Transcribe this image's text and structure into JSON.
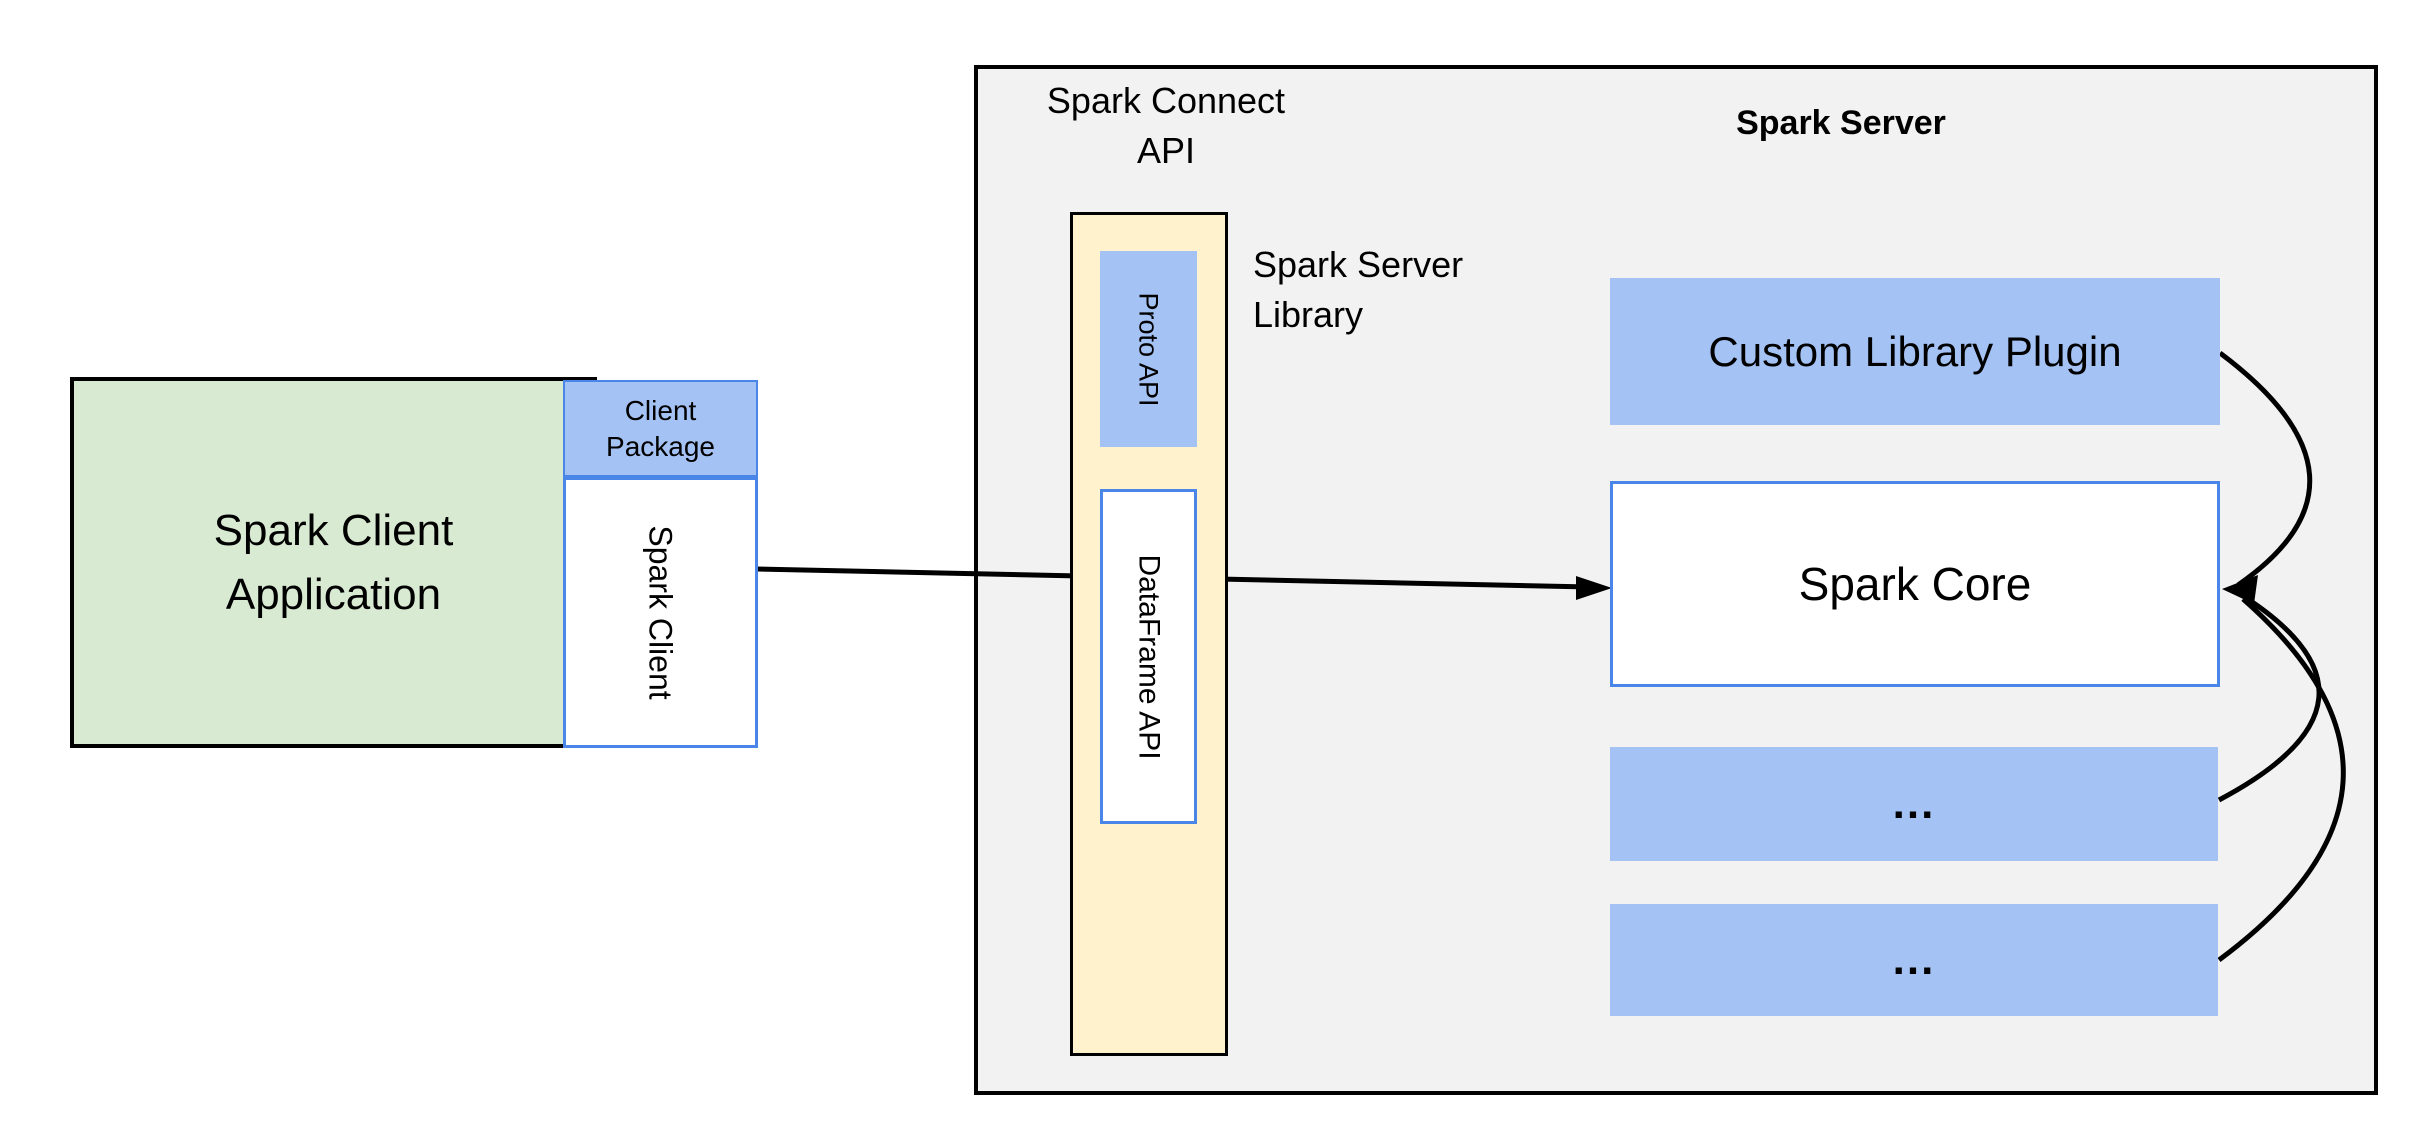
{
  "diagram": {
    "title_context": "Spark Connect architecture diagram",
    "client_app": {
      "line1": "Spark Client",
      "line2": "Application"
    },
    "client_package": {
      "line1": "Client",
      "line2": "Package"
    },
    "spark_client": {
      "label": "Spark Client"
    },
    "connect_api": {
      "line1": "Spark Connect",
      "line2": "API"
    },
    "server": {
      "title": "Spark Server"
    },
    "server_library": {
      "caption_line1": "Spark Server",
      "caption_line2": "Library",
      "proto_api": "Proto API",
      "dataframe_api": "DataFrame API"
    },
    "components": {
      "custom_plugin": "Custom Library Plugin",
      "spark_core": "Spark Core",
      "more_1": "...",
      "more_2": "..."
    },
    "colors": {
      "blue_fill": "#a4c2f4",
      "blue_border": "#4a86e8",
      "green_fill": "#d9ead3",
      "yellow_fill": "#fff2cc",
      "gray_fill": "#f2f2f2",
      "line": "#000000"
    }
  }
}
